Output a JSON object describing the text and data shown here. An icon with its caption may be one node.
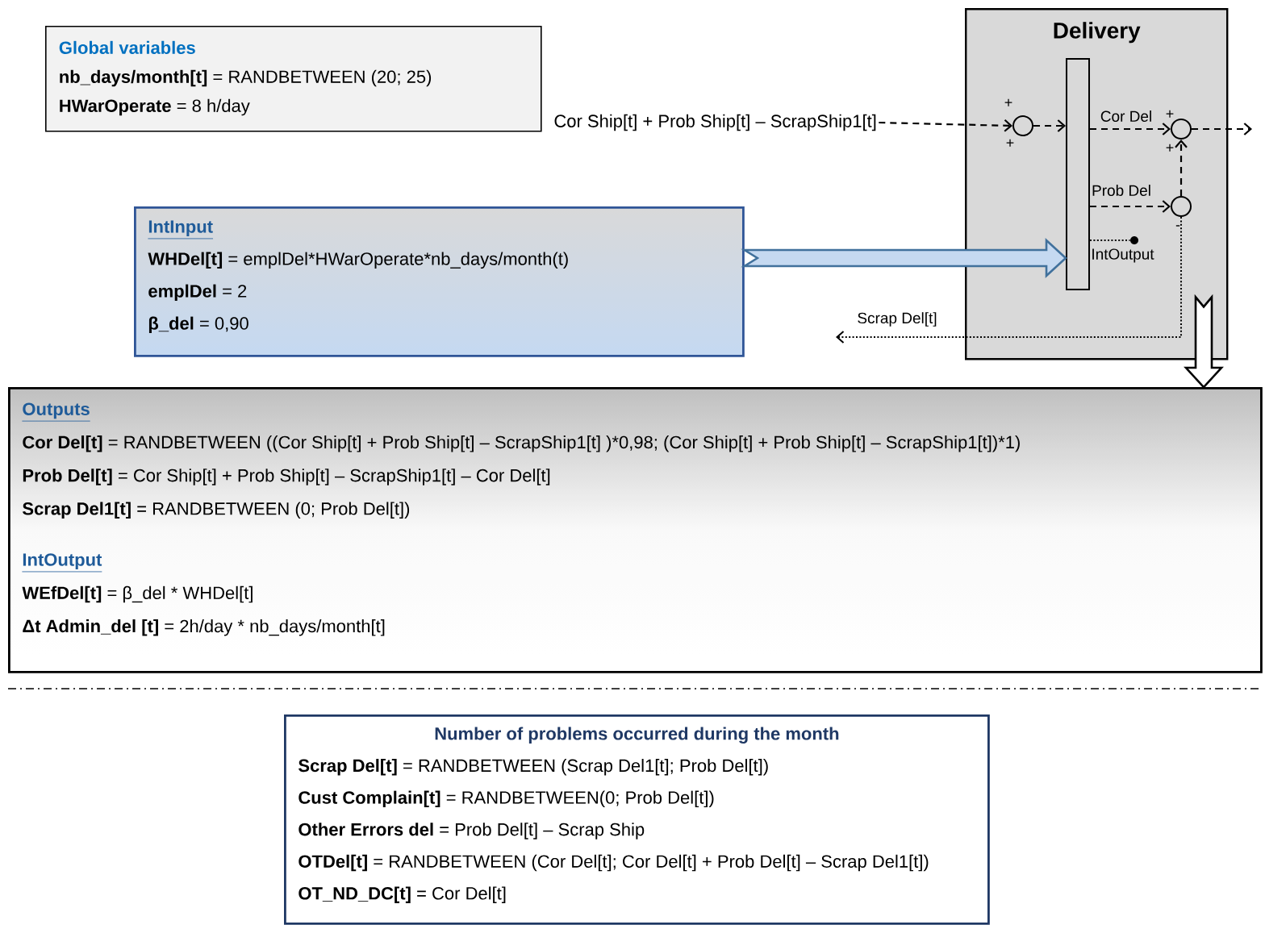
{
  "diagram": {
    "nodes": [
      {
        "text": [
          "Global variables",
          "**nb_days/month[t]** = RANDBETWEEN (20; 25)",
          "**HWarOperate** = 8 h/day"
        ]
      },
      {
        "text": [
          "Delivery"
        ]
      },
      {
        "text": [
          "Cor Ship[t] + Prob Ship[t] – ScrapShip1[t]"
        ]
      },
      {
        "text": [],
        "shape": "circle",
        "in": 1
      },
      {
        "text": [],
        "shape": "bar",
        "in": 1
      },
      {
        "text": [],
        "shape": "circle",
        "in": 1
      },
      {
        "text": [],
        "shape": "circle",
        "in": 1
      },
      {
        "text": [],
        "shape": "circle",
        "in": 1,
        "beside": [
          "IntOutput"
        ]
      },
      {
        "text": [
          "IntInput",
          "**WHDel[t]** = emplDel*HWarOperate*nb_days/month(t)",
          "**emplDel** = 2",
          "**β_del** = 0,90"
        ]
      },
      {
        "text": [
          "Outputs",
          "**Cor Del[t]** = RANDBETWEEN ((Cor Ship[t] + Prob Ship[t] – ScrapShip1[t] )*0,98; (Cor Ship[t] + Prob Ship[t] – ScrapShip1[t])*1)",
          "**Prob Del[t]** = Cor Ship[t] + Prob Ship[t] – ScrapShip1[t] – Cor Del[t]",
          "**Scrap Del1[t]** = RANDBETWEEN (0; Prob Del[t])",
          "IntOutput",
          "**WEfDel[t]** = β_del * WHDel[t]",
          "**Δt Admin_del [t]** = 2h/day * nb_days/month[t]"
        ]
      },
      {
        "text": [
          "Number of problems occurred during the month",
          "**Scrap Del[t]** = RANDBETWEEN (Scrap Del1[t]; Prob Del[t])",
          "**Cust Complain[t]** = RANDBETWEEN(0; Prob Del[t])",
          "**Other Errors del** = Prob Del[t] – Scrap Ship",
          "**OTDel[t]** = RANDBETWEEN (Cor Del[t]; Cor Del[t] + Prob Del[t] – Scrap Del1[t])",
          "**OT_ND_DC[t]** = Cor Del[t]"
        ]
      }
    ],
    "edges": [
      {
        "from": 2,
        "to": 3,
        "arrow": "to",
        "style": "dashed"
      },
      {
        "from": 3,
        "to": 4,
        "arrow": "to",
        "style": "dashed"
      },
      {
        "from": 4,
        "to": 5,
        "arrow": "to",
        "style": "dashed",
        "label": "Cor Del"
      },
      {
        "from": 5,
        "to": null,
        "arrow": "to",
        "style": "dashed"
      },
      {
        "from": 4,
        "to": 6,
        "arrow": "to",
        "style": "dashed",
        "label": "Prob Del"
      },
      {
        "from": 6,
        "to": 5,
        "arrow": "to",
        "style": "dashed"
      },
      {
        "from": 4,
        "to": 7,
        "arrow": "none",
        "style": "dashed"
      },
      {
        "from": 6,
        "to": null,
        "arrow": "to",
        "style": "dashed",
        "label": "Scrap Del[t]"
      },
      {
        "from": 8,
        "to": 4,
        "arrow": "to",
        "style": "thick",
        "color": "#41719c"
      },
      {
        "from": 1,
        "to": 9,
        "arrow": "to",
        "style": "thick"
      }
    ],
    "labels": [
      "+",
      "+",
      "+",
      "+",
      "-"
    ]
  }
}
